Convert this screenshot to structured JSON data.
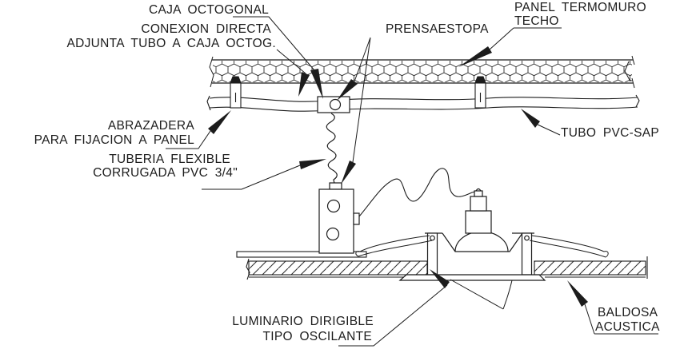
{
  "drawing": {
    "type": "cad-detail-recessed-luminaire-installation",
    "colors": {
      "line": "#1c1c1c",
      "background": "#ffffff"
    },
    "labels": {
      "caja_octogonal": "CAJA OCTOGONAL",
      "conexion_directa_1": "CONEXION DIRECTA",
      "conexion_directa_2": "ADJUNTA TUBO A CAJA OCTOG.",
      "prensaestopa": "PRENSAESTOPA",
      "panel_termomuro_1": "PANEL TERMOMURO",
      "panel_termomuro_2": "TECHO",
      "tubo_pvc": "TUBO PVC-SAP",
      "abrazadera_1": "ABRAZADERA",
      "abrazadera_2": "PARA FIJACION A PANEL",
      "tuberia_flexible_1": "TUBERIA FLEXIBLE",
      "tuberia_flexible_2": "CORRUGADA PVC 3/4\"",
      "luminario_1": "LUMINARIO DIRIGIBLE",
      "luminario_2": "TIPO OSCILANTE",
      "baldosa_1": "BALDOSA",
      "baldosa_2": "ACUSTICA"
    }
  }
}
